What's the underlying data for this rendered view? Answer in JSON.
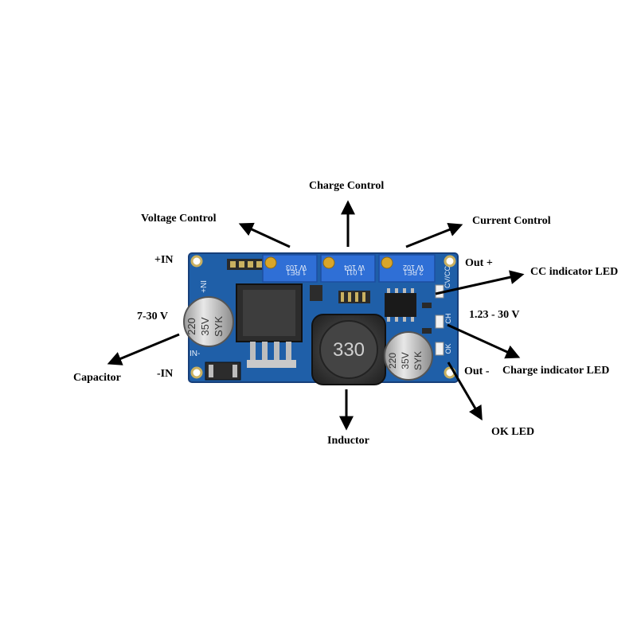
{
  "labels": {
    "charge_control": "Charge Control",
    "voltage_control": "Voltage Control",
    "current_control": "Current Control",
    "plus_in": "+IN",
    "input_range": "7-30 V",
    "minus_in": "-IN",
    "capacitor": "Capacitor",
    "inductor": "Inductor",
    "out_plus": "Out +",
    "cc_led": "CC indicator LED",
    "output_range": "1.23 - 30 V",
    "out_minus": "Out -",
    "charge_led": "Charge indicator LED",
    "ok_led": "OK LED"
  },
  "board": {
    "silk_in_plus": "IN+",
    "silk_in_minus": "IN-",
    "silk_cv_cc": "CV/CC",
    "silk_ch": "CH",
    "silk_ok": "OK",
    "cap_left": [
      "220",
      "35V",
      "SYK"
    ],
    "cap_right": [
      "220",
      "35V",
      "SYK"
    ],
    "inductor_marking": "330",
    "pot1": [
      "W 103",
      "1 RE1"
    ],
    "pot2": [
      "W 104",
      "1 011"
    ],
    "pot3": [
      "W 102",
      "2 RE1"
    ]
  },
  "colors": {
    "pcb": "#1f5fa8",
    "pcb_dark": "#173f7a",
    "pot": "#2f6fd6",
    "pot_knob": "#d9a62a",
    "inductor": "#3a3a3a",
    "capacitor": "#cfcfcf",
    "arrow": "#000000"
  }
}
